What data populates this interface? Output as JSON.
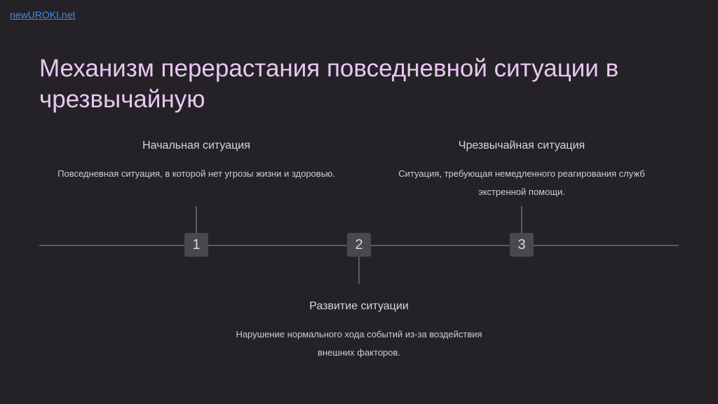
{
  "site": {
    "link_text": "newUROKI.net"
  },
  "slide": {
    "title": "Механизм перерастания повседневной ситуации в чрезвычайную"
  },
  "steps": [
    {
      "number": "1",
      "title": "Начальная ситуация",
      "description": "Повседневная ситуация, в которой нет угрозы жизни и здоровью."
    },
    {
      "number": "2",
      "title": "Развитие ситуации",
      "description": "Нарушение нормального хода событий из-за воздействия внешних факторов."
    },
    {
      "number": "3",
      "title": "Чрезвычайная ситуация",
      "description": "Ситуация, требующая немедленного реагирования служб экстренной помощи."
    }
  ],
  "colors": {
    "background": "#242226",
    "title": "#e9c6f2",
    "link": "#4a86e8",
    "line": "#5c5a5f",
    "marker": "#4a484d"
  }
}
